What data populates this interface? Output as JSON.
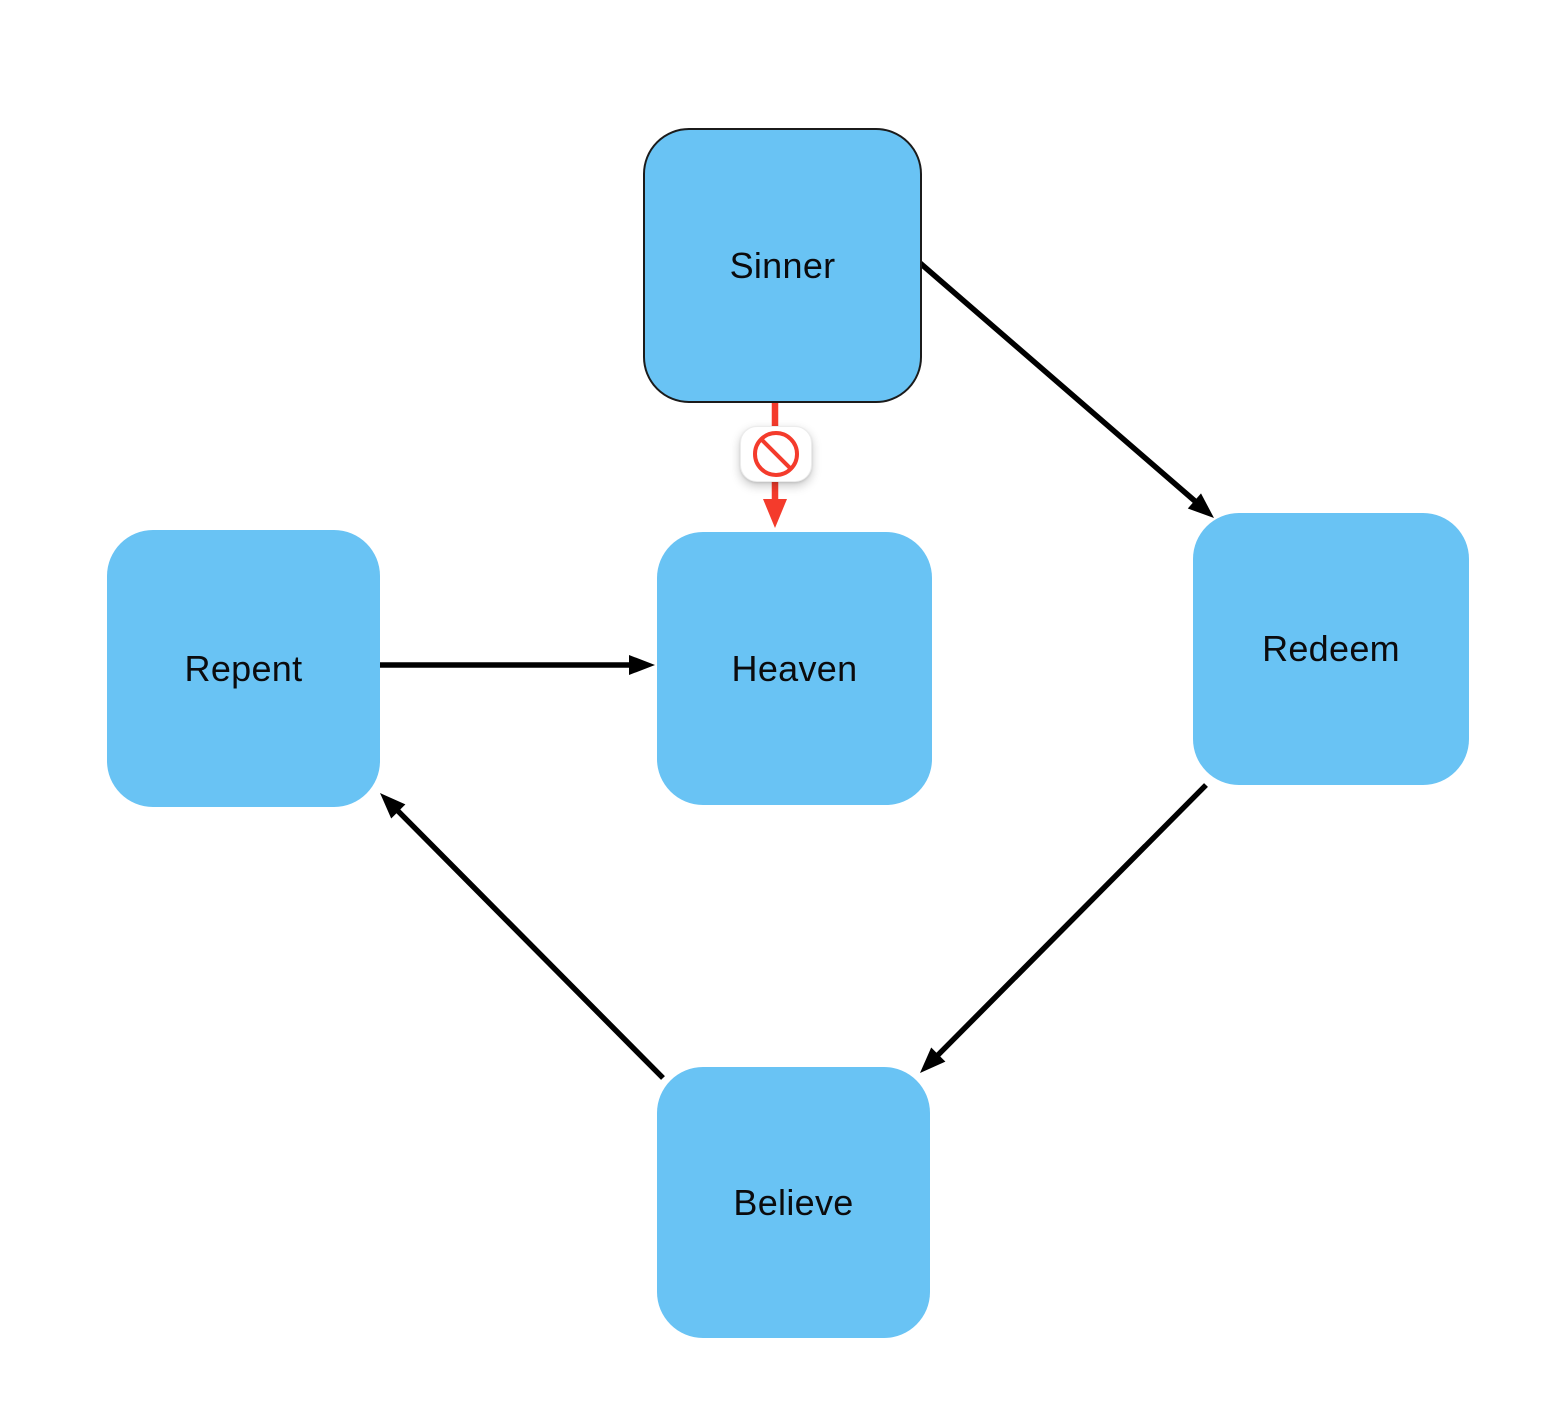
{
  "diagram": {
    "background_color": "#ffffff",
    "node_fill_color": "#69c3f4",
    "node_text_color": "#0b0b0d",
    "sinner_border_color": "#1b1b1b",
    "arrow_color": "#000000",
    "blocked_arrow_color": "#f43b2c",
    "badge_background_color": "#ffffff"
  },
  "nodes": {
    "sinner": {
      "label": "Sinner"
    },
    "repent": {
      "label": "Repent"
    },
    "heaven": {
      "label": "Heaven"
    },
    "redeem": {
      "label": "Redeem"
    },
    "believe": {
      "label": "Believe"
    }
  },
  "edges": [
    {
      "from": "Sinner",
      "to": "Redeem",
      "type": "arrow",
      "color": "#000000"
    },
    {
      "from": "Sinner",
      "to": "Heaven",
      "type": "blocked-arrow",
      "color": "#f43b2c",
      "badge": "no-entry"
    },
    {
      "from": "Repent",
      "to": "Heaven",
      "type": "arrow",
      "color": "#000000"
    },
    {
      "from": "Redeem",
      "to": "Believe",
      "type": "arrow",
      "color": "#000000"
    },
    {
      "from": "Believe",
      "to": "Repent",
      "type": "arrow",
      "color": "#000000"
    }
  ]
}
